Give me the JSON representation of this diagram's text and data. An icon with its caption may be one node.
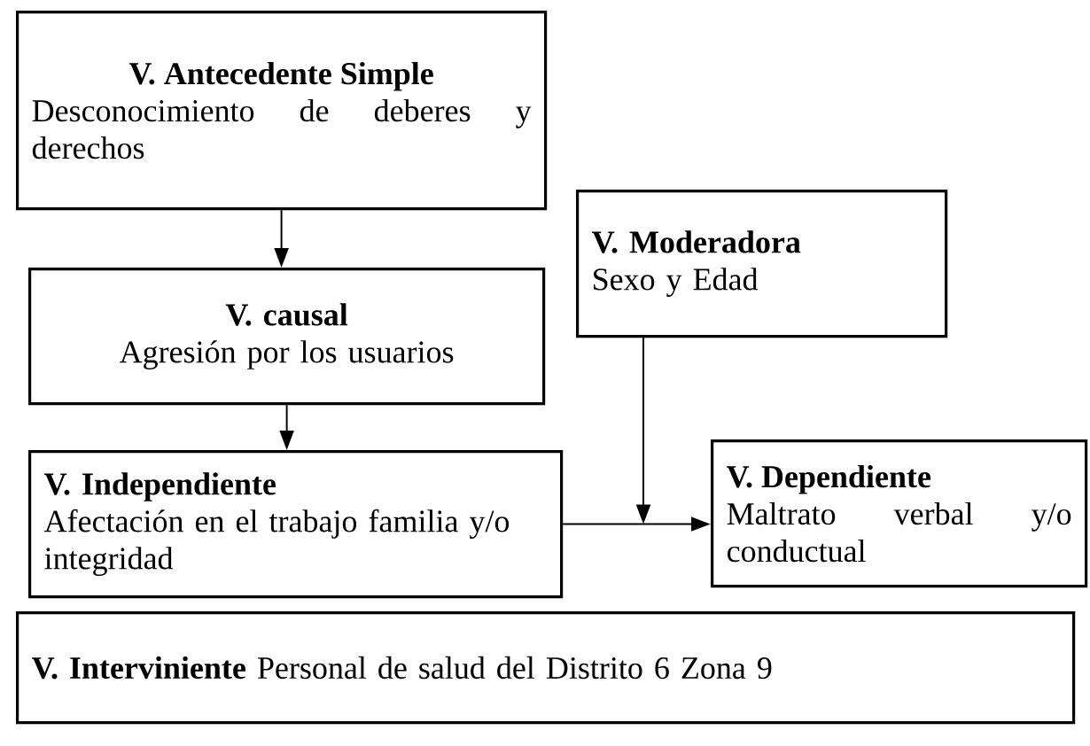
{
  "diagram": {
    "nodes": [
      {
        "text": [
          "V. Antecedente Simple",
          "Desconocimiento de deberes y derechos"
        ]
      },
      {
        "text": [
          "V. causal",
          "Agresión por los usuarios"
        ]
      },
      {
        "text": [
          "V. Moderadora",
          "Sexo y Edad"
        ]
      },
      {
        "text": [
          "V. Independiente",
          "Afectación en el trabajo familia y/o integridad"
        ]
      },
      {
        "text": [
          "V. Dependiente",
          "Maltrato verbal y/o conductual"
        ]
      },
      {
        "text": [
          "V. Interviniente",
          "Personal de salud del Distrito 6 Zona 9"
        ]
      }
    ],
    "edges": [
      {
        "from": 0,
        "to": 1,
        "arrow": "to"
      },
      {
        "from": 1,
        "to": 3,
        "arrow": "to"
      },
      {
        "from": 3,
        "to": 4,
        "arrow": "to"
      },
      {
        "from": 2,
        "to": 4,
        "arrow": "to"
      }
    ]
  }
}
